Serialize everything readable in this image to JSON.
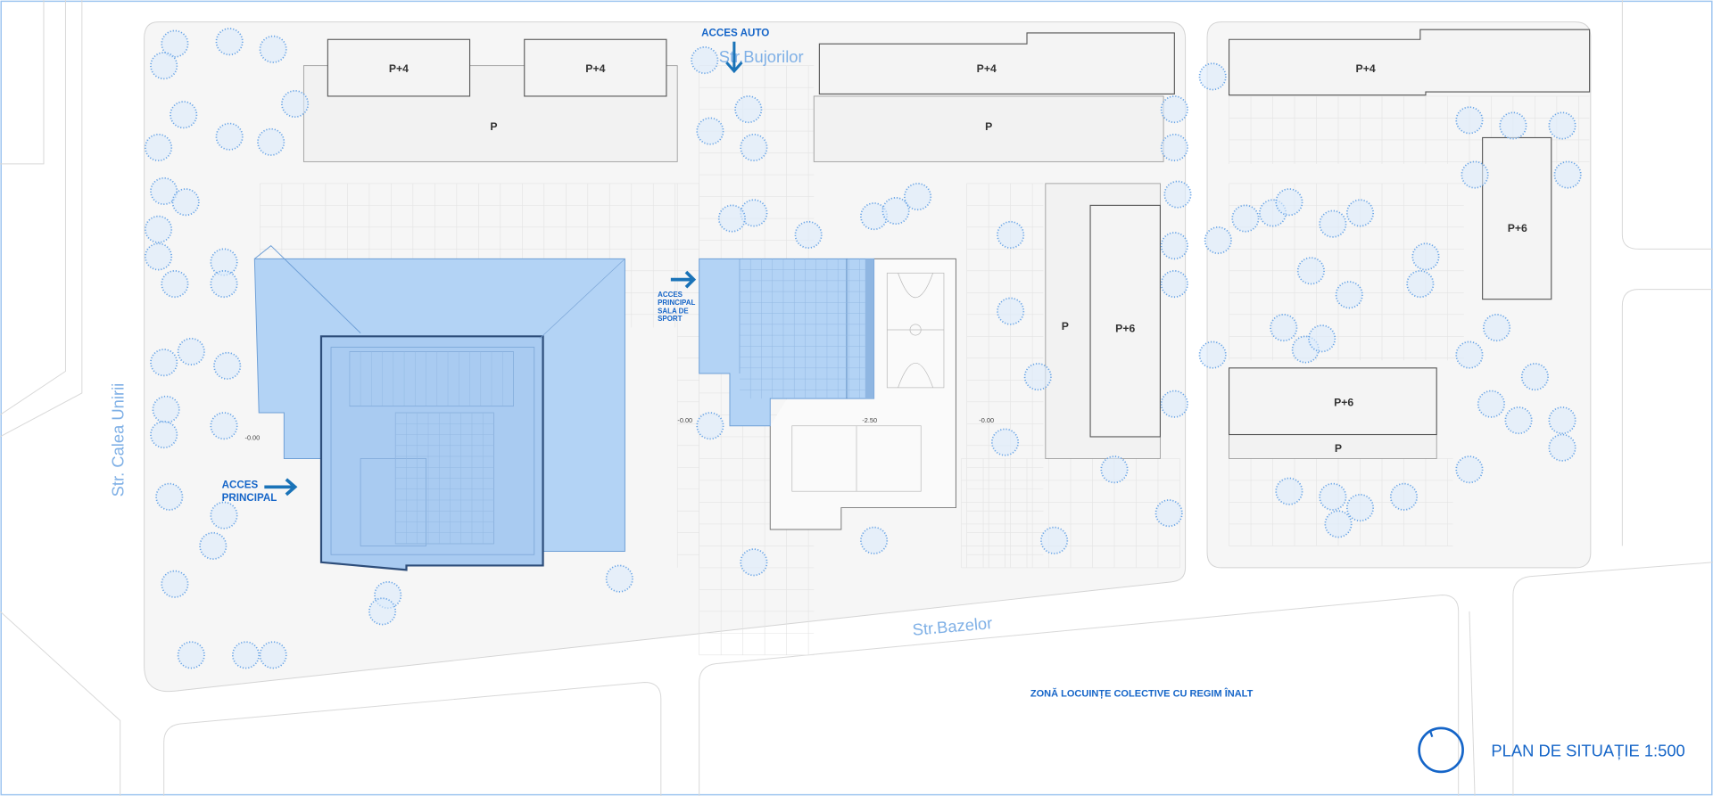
{
  "title": "PLAN DE SITUAȚIE 1:500",
  "zone_label": "ZONĂ LOCUINȚE COLECTIVE CU REGIM ÎNALT",
  "streets": {
    "calea_unirii": "Str. Calea Unirii",
    "bazelor": "Str.Bazelor",
    "bujorilor": "Str.Bujorilor"
  },
  "access": {
    "auto": "ACCES AUTO",
    "principal_line1": "ACCES",
    "principal_line2": "PRINCIPAL",
    "sport_line1": "ACCES",
    "sport_line2": "PRINCIPAL",
    "sport_line3": "SALA DE",
    "sport_line4": "SPORT"
  },
  "levels": {
    "school": "-0.00",
    "sport_left": "-0.00",
    "court": "-2.50",
    "sport_right": "-0.00"
  },
  "buildings": {
    "b1": "P+4",
    "b2": "P+4",
    "b3": "P",
    "b4": "P+4",
    "b5": "P",
    "b6": "P+4",
    "b7": "P+6",
    "b8": "P",
    "b9": "P+6",
    "b10": "P+6",
    "b11": "P"
  },
  "colors": {
    "accent": "#1565c8",
    "building_fill": "#b3d3f5",
    "street_label": "#7fb0e6",
    "tree": "#6aa5e6"
  },
  "north_icon": "north-arrow-circle-icon"
}
